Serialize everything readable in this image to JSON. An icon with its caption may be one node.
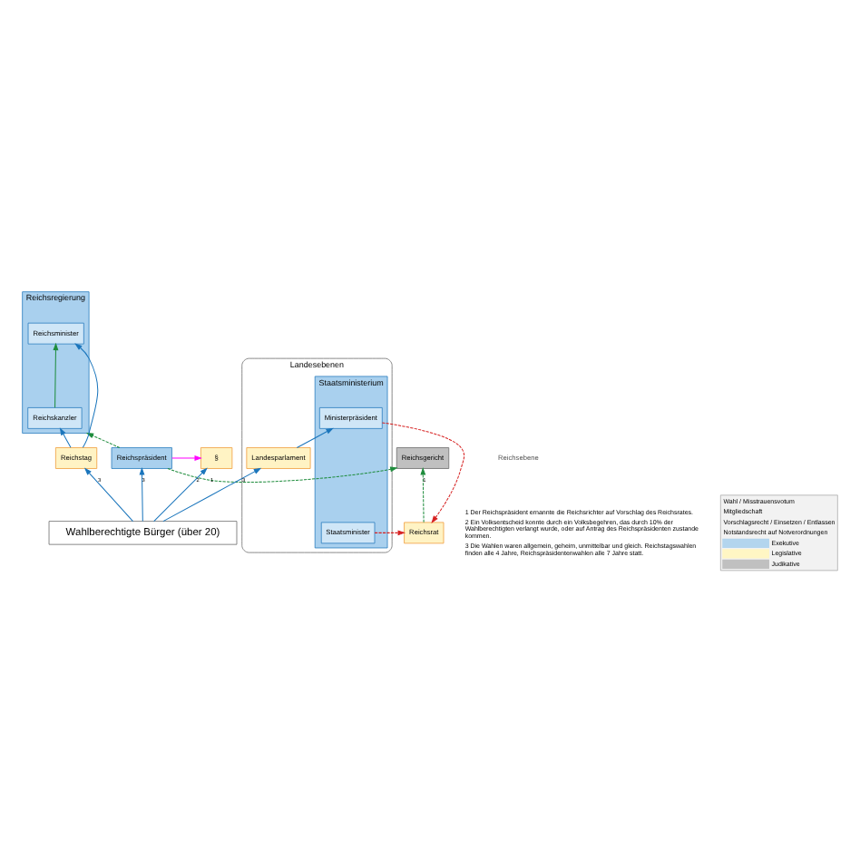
{
  "diagram": {
    "nodes": [
      {
        "text": [
          "Reichsregierung"
        ]
      },
      {
        "text": [
          "Reichskanzler"
        ],
        "in": 0
      },
      {
        "text": [
          "Reichsminister"
        ],
        "in": 0
      },
      {
        "text": [
          "Reichspräsident"
        ]
      },
      {
        "text": [
          "Reichsrat"
        ]
      },
      {
        "text": [
          "§"
        ]
      },
      {
        "text": [
          "Reichstag"
        ]
      },
      {
        "text": [
          "Reichsgericht"
        ]
      },
      {
        "text": [
          "Landesebenen"
        ]
      },
      {
        "text": [
          "Staatsministerium"
        ],
        "in": 8
      },
      {
        "text": [
          "Ministerpräsident"
        ],
        "in": 9
      },
      {
        "text": [
          "Staatsminister"
        ],
        "in": 9
      },
      {
        "text": [
          "Landesparlament"
        ],
        "in": 8
      },
      {
        "text": [
          "Wahlberechtigte Bürger (über 20)"
        ]
      }
    ],
    "edges": [
      {
        "from": 3,
        "to": 0,
        "arrow": "to",
        "style": "dashed",
        "color": "#1e8c3c"
      },
      {
        "from": 1,
        "to": 2,
        "arrow": "to",
        "color": "#1e8c3c"
      },
      {
        "from": 6,
        "to": 1,
        "arrow": "to"
      },
      {
        "from": 6,
        "to": 2,
        "arrow": "to"
      },
      {
        "from": 13,
        "to": 3,
        "arrow": "to",
        "label": "3"
      },
      {
        "from": 3,
        "to": 5,
        "arrow": "to",
        "color": "#ff00ff"
      },
      {
        "from": 3,
        "to": 7,
        "arrow": "to",
        "label": "1",
        "style": "dashed",
        "color": "#1e8c3c"
      },
      {
        "from": 4,
        "to": 7,
        "arrow": "to",
        "label": "1",
        "style": "dashed",
        "color": "#1e8c3c"
      },
      {
        "from": 10,
        "to": 4,
        "arrow": "to",
        "style": "dashed",
        "color": "#d62020"
      },
      {
        "from": 11,
        "to": 4,
        "arrow": "to",
        "style": "dashed",
        "color": "#d62020"
      },
      {
        "from": 13,
        "to": 5,
        "arrow": "to",
        "label": "2"
      },
      {
        "from": 13,
        "to": 6,
        "arrow": "to",
        "label": "3"
      },
      {
        "from": 13,
        "to": 12,
        "arrow": "to",
        "label": "3"
      },
      {
        "from": 12,
        "to": 10,
        "arrow": "to"
      }
    ],
    "labels": [
      "Reichsebene",
      "1 Der Reichspräsident ernannte die Reichsrichter auf Vorschlag des Reichsrates.",
      "2 Ein Volksentscheid konnte durch ein Volksbegehren, das durch 10% der Wahlberechtigten verlangt wurde, oder auf Antrag des Reichspräsidenten zustande kommen.",
      "3 Die Wahlen waren allgemein, geheim, unmittelbar und gleich. Reichstagswahlen finden alle 4 Jahre, Reichspräsidentenwahlen alle 7 Jahre statt."
    ],
    "legend": [
      {
        "text": "Wahl / Misstrauensvotum"
      },
      {
        "text": "Mitgliedschaft"
      },
      {
        "text": "Vorschlagsrecht / Einsetzen / Entlassen"
      },
      {
        "text": "Notstandsrecht auf Notverordnungen"
      },
      {
        "text": "Exekutive",
        "color": "#b3d5ee"
      },
      {
        "text": "Legislative",
        "color": "#fff6c4"
      },
      {
        "text": "Judikative",
        "color": "#c0c0c0"
      }
    ]
  }
}
